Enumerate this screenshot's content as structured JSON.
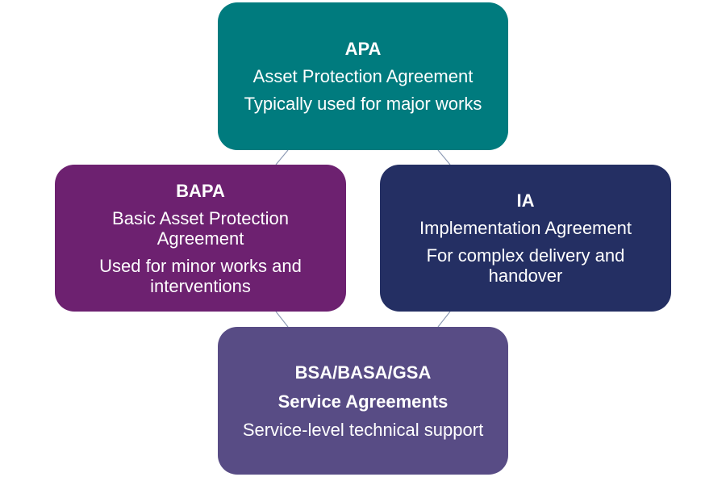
{
  "diagram": {
    "colors": {
      "apa": "#007b7e",
      "bapa": "#6d2170",
      "ia": "#242f63",
      "bsa": "#584c85",
      "connector": "#8e9bb5"
    },
    "boxes": {
      "apa": {
        "title": "APA",
        "subtitle": "Asset Protection Agreement",
        "description": "Typically used for major works"
      },
      "bapa": {
        "title": "BAPA",
        "subtitle": "Basic Asset Protection Agreement",
        "description": "Used for minor works and interventions"
      },
      "ia": {
        "title": "IA",
        "subtitle": "Implementation Agreement",
        "description": "For complex delivery and handover"
      },
      "bsa": {
        "title": "BSA/BASA/GSA",
        "subtitle": "Service Agreements",
        "description": "Service-level technical support"
      }
    }
  }
}
